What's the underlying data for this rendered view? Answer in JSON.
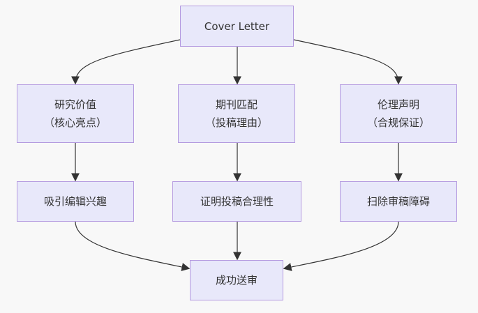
{
  "nodes": {
    "cover": {
      "label": "Cover Letter"
    },
    "research": {
      "line1": "研究价值",
      "line2": "（核心亮点）"
    },
    "journal": {
      "line1": "期刊匹配",
      "line2": "（投稿理由）"
    },
    "ethics": {
      "line1": "伦理声明",
      "line2": "（合规保证）"
    },
    "attract": {
      "label": "吸引编辑兴趣"
    },
    "justify": {
      "label": "证明投稿合理性"
    },
    "clear": {
      "label": "扫除审稿障碍"
    },
    "success": {
      "label": "成功送审"
    }
  },
  "colors": {
    "fill": "#e8e8fa",
    "border": "#b49ae0",
    "edge": "#333333"
  }
}
